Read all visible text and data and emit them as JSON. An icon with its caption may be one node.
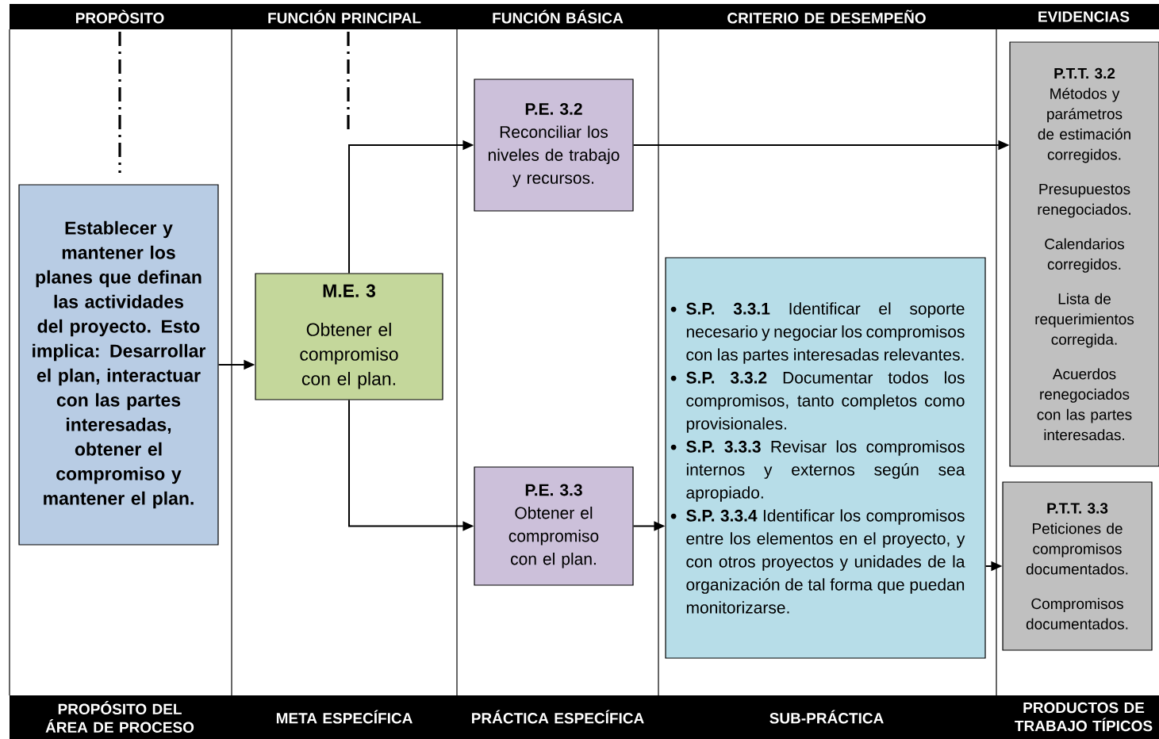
{
  "diagram": {
    "nodes": [
      {
        "text": [
          "Establecer y mantener los planes que definan las actividades del proyecto. Esto implica: Desarrollar el plan, interactuar con las partes interesadas, obtener el compromiso y mantener el plan."
        ]
      },
      {
        "text": [
          "M.E. 3",
          "Obtener el compromiso con el plan."
        ]
      },
      {
        "text": [
          "P.E. 3.2",
          "Reconciliar los niveles de trabajo y recursos."
        ]
      },
      {
        "text": [
          "P.E. 3.3",
          "Obtener el compromiso con el plan."
        ]
      },
      {
        "text": [
          "**S.P. 3.3.1** Identificar el soporte necesario y negociar los compromisos con las partes interesadas relevantes.",
          "**S.P. 3.3.2** Documentar todos los compromisos, tanto completos como provisionales.",
          "**S.P. 3.3.3** Revisar los compromisos internos y externos según sea apropiado.",
          "**S.P. 3.3.4** Identificar los compromisos entre los elementos en el proyecto, y con otros proyectos y unidades de la organización de tal forma que puedan monitorizarse."
        ]
      },
      {
        "text": [
          "P.T.T. 3.2",
          "Métodos y parámetros de estimación corregidos.",
          "Presupuestos renegociados.",
          "Calendarios corregidos.",
          "Lista de requerimientos corregida.",
          "Acuerdos renegociados con las partes interesadas."
        ]
      },
      {
        "text": [
          "P.T.T. 3.3",
          "Peticiones de compromisos documentados.",
          "Compromisos documentados."
        ]
      }
    ],
    "edges": [
      {
        "from": 0,
        "to": 1,
        "arrow": "to"
      },
      {
        "from": 1,
        "to": 2,
        "arrow": "to"
      },
      {
        "from": 1,
        "to": 3,
        "arrow": "to"
      },
      {
        "from": 2,
        "to": 5,
        "arrow": "to"
      },
      {
        "from": 3,
        "to": 4,
        "arrow": "to"
      },
      {
        "from": 4,
        "to": 6,
        "arrow": "to"
      }
    ],
    "labels": [
      "PROPÒSITO",
      "FUNCIÓN PRINCIPAL",
      "FUNCIÓN BÁSICA",
      "CRITERIO DE DESEMPEÑO",
      "EVIDENCIAS",
      "PROPÓSITO DEL ÁREA DE PROCESO",
      "META ESPECÍFICA",
      "PRÁCTICA ESPECÍFICA",
      "SUB-PRÁCTICA",
      "PRODUCTOS DE TRABAJO TÍPICOS"
    ]
  }
}
